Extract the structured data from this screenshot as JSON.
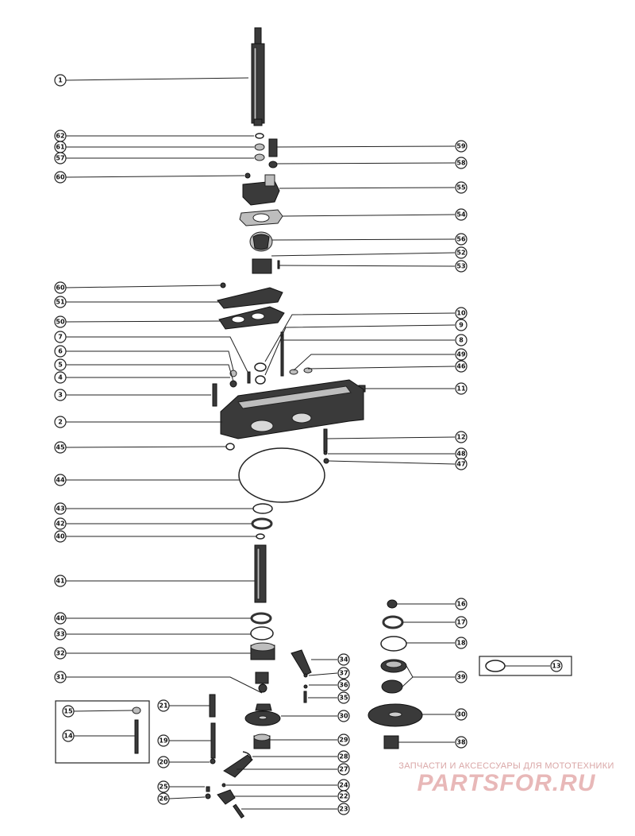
{
  "diagram": {
    "type": "exploded-parts-diagram",
    "callouts": [
      "1",
      "62",
      "61",
      "57",
      "60",
      "59",
      "58",
      "55",
      "54",
      "56",
      "52",
      "53",
      "60",
      "51",
      "50",
      "10",
      "9",
      "7",
      "8",
      "6",
      "49",
      "5",
      "46",
      "4",
      "3",
      "11",
      "2",
      "12",
      "45",
      "48",
      "47",
      "44",
      "43",
      "42",
      "40",
      "41",
      "16",
      "40",
      "17",
      "33",
      "18",
      "32",
      "34",
      "13",
      "37",
      "31",
      "36",
      "39",
      "35",
      "15",
      "21",
      "30",
      "30",
      "14",
      "19",
      "29",
      "38",
      "28",
      "20",
      "27",
      "25",
      "24",
      "26",
      "22",
      "23"
    ]
  },
  "watermark": {
    "subtitle": "ЗАПЧАСТИ И АКСЕССУАРЫ ДЛЯ МОТОТЕХНИКИ",
    "brand": "PARTSFOR.RU"
  }
}
